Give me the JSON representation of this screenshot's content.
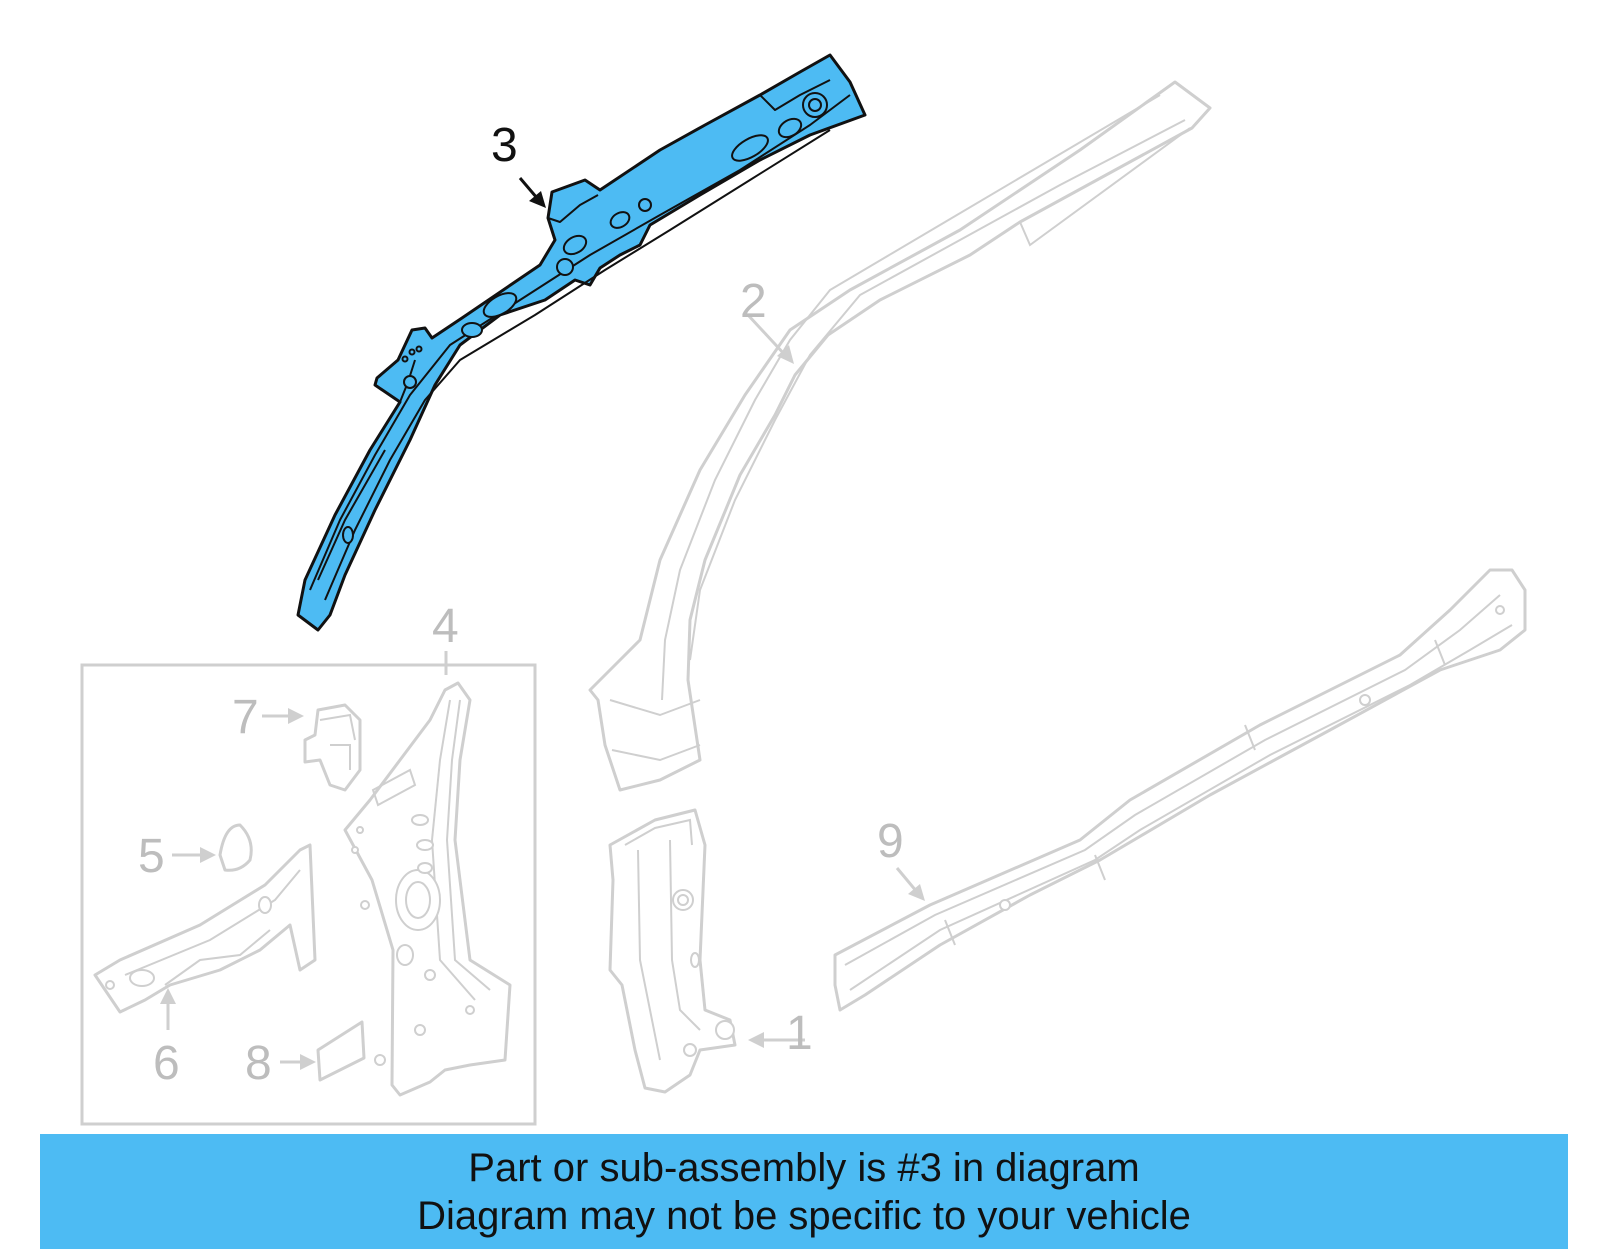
{
  "diagram": {
    "callouts": [
      {
        "id": "1",
        "label": "1"
      },
      {
        "id": "2",
        "label": "2"
      },
      {
        "id": "3",
        "label": "3",
        "highlighted": true
      },
      {
        "id": "4",
        "label": "4"
      },
      {
        "id": "5",
        "label": "5"
      },
      {
        "id": "6",
        "label": "6"
      },
      {
        "id": "7",
        "label": "7"
      },
      {
        "id": "8",
        "label": "8"
      },
      {
        "id": "9",
        "label": "9"
      }
    ],
    "colors": {
      "highlight": "#4dbbf3",
      "outline": "#111111",
      "faded": "#cfcfcf",
      "banner": "#4dbbf3"
    }
  },
  "banner": {
    "line1": "Part or sub-assembly is #3 in diagram",
    "line2": "Diagram may not be specific to your vehicle"
  }
}
